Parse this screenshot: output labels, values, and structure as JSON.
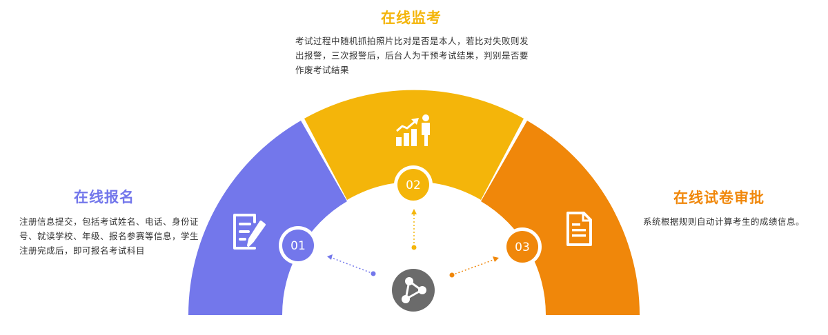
{
  "colors": {
    "purple": "#7377EB",
    "yellow": "#F4B50A",
    "orange": "#F0870A",
    "center": "#6B6B6B",
    "dark": "#333333"
  },
  "steps": [
    {
      "number": "01",
      "title": "在线报名",
      "description": "注册信息提交，包括考试姓名、电话、身份证号、就读学校、年级、报名参赛等信息，学生注册完成后，即可报名考试科目",
      "icon": "edit-document-icon",
      "color": "#7377EB"
    },
    {
      "number": "02",
      "title": "在线监考",
      "description": "考试过程中随机抓拍照片比对是否是本人，若比对失败则发出报警，三次报警后，后台人为干预考试结果，判别是否要作废考试结果",
      "icon": "growth-chart-person-icon",
      "color": "#F4B50A"
    },
    {
      "number": "03",
      "title": "在线试卷审批",
      "description": "系统根据规则自动计算考生的成绩信息。",
      "icon": "document-icon",
      "color": "#F0870A"
    }
  ],
  "center_icon": "share-icon"
}
